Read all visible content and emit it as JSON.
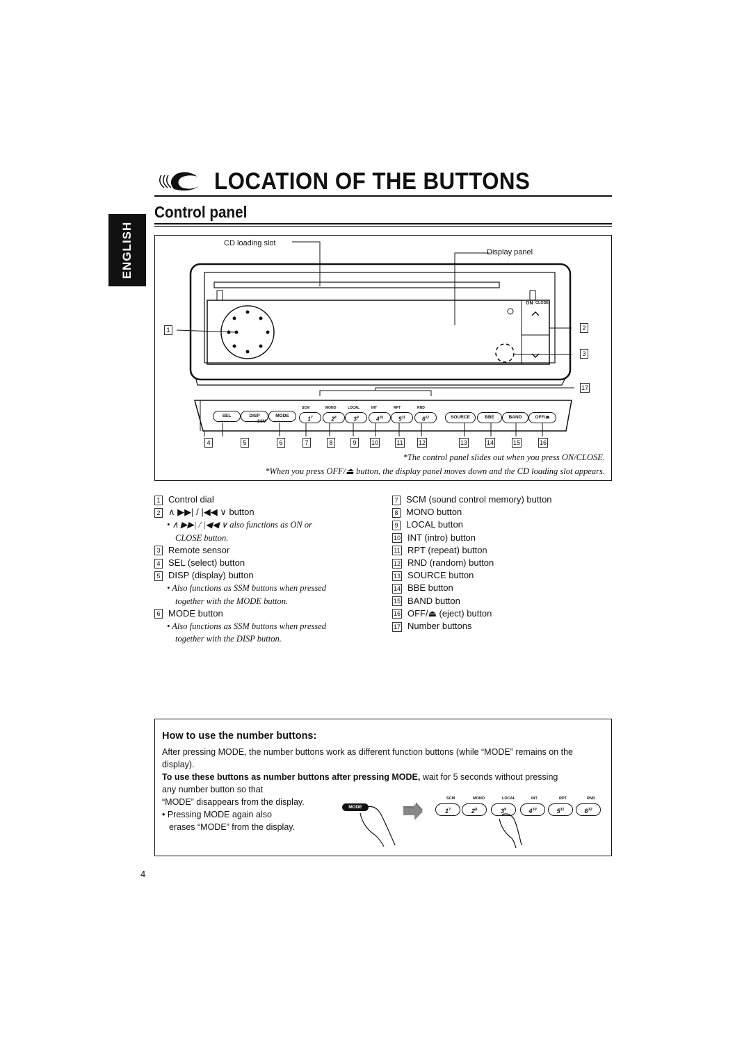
{
  "page": {
    "title": "LOCATION OF THE BUTTONS",
    "section": "Control panel",
    "language_tab": "ENGLISH",
    "page_number": "4"
  },
  "figure": {
    "cd_loading_slot_label": "CD loading slot",
    "display_panel_label": "Display panel",
    "on_close_label_on": "ON",
    "on_close_label_close": "CLOSE",
    "callouts": [
      "1",
      "2",
      "3",
      "4",
      "5",
      "6",
      "7",
      "8",
      "9",
      "10",
      "11",
      "12",
      "13",
      "14",
      "15",
      "16",
      "17"
    ],
    "panel_buttons": [
      "SEL",
      "DISP",
      "MODE",
      "SOURCE",
      "BBE",
      "BAND",
      "OFF/⏏"
    ],
    "ssm_label": "SSM",
    "number_button_top_labels": [
      "SCM",
      "MONO",
      "LOCAL",
      "INT",
      "RPT",
      "RND"
    ],
    "number_buttons": [
      {
        "num": "1",
        "sub": "7"
      },
      {
        "num": "2",
        "sub": "8"
      },
      {
        "num": "3",
        "sub": "9"
      },
      {
        "num": "4",
        "sub": "10"
      },
      {
        "num": "5",
        "sub": "11"
      },
      {
        "num": "6",
        "sub": "12"
      }
    ],
    "caption_1": "*The control panel slides out when you press ON/CLOSE.",
    "caption_2": "*When you press OFF/⏏ button, the display panel moves down and the CD loading slot appears."
  },
  "legend_left": [
    {
      "n": "1",
      "text": "Control dial"
    },
    {
      "n": "2",
      "text": "∧ ▶▶| / |◀◀ ∨ button"
    },
    {
      "note": "•  ∧ ▶▶| / |◀◀ ∨  also functions as ON or"
    },
    {
      "note2": "CLOSE button."
    },
    {
      "n": "3",
      "text": "Remote sensor"
    },
    {
      "n": "4",
      "text": "SEL (select) button"
    },
    {
      "n": "5",
      "text": "DISP (display) button"
    },
    {
      "note": "•  Also functions as SSM buttons when pressed"
    },
    {
      "note2": "together with the MODE button."
    },
    {
      "n": "6",
      "text": "MODE button"
    },
    {
      "note": "•  Also functions as SSM buttons when pressed"
    },
    {
      "note2": "together with the DISP button."
    }
  ],
  "legend_right": [
    {
      "n": "7",
      "text": "SCM (sound control memory) button"
    },
    {
      "n": "8",
      "text": "MONO button"
    },
    {
      "n": "9",
      "text": "LOCAL button"
    },
    {
      "n": "10",
      "text": "INT (intro) button"
    },
    {
      "n": "11",
      "text": "RPT (repeat) button"
    },
    {
      "n": "12",
      "text": "RND (random) button"
    },
    {
      "n": "13",
      "text": "SOURCE button"
    },
    {
      "n": "14",
      "text": "BBE button"
    },
    {
      "n": "15",
      "text": "BAND button"
    },
    {
      "n": "16",
      "text": "OFF/⏏ (eject) button"
    },
    {
      "n": "17",
      "text": "Number buttons"
    }
  ],
  "howto": {
    "heading": "How to use the number buttons:",
    "para1": "After pressing MODE, the number buttons work as different function buttons (while “MODE” remains on the display).",
    "para2_bold": "To use these buttons as number buttons after pressing MODE,",
    "para2_rest": " wait for 5 seconds without pressing",
    "para2_line2": "any number button so that",
    "para2_line3": "“MODE” disappears from the display.",
    "bullet_line1": "• Pressing MODE again also",
    "bullet_line2": "erases “MODE” from the display.",
    "mode_key": "MODE"
  }
}
